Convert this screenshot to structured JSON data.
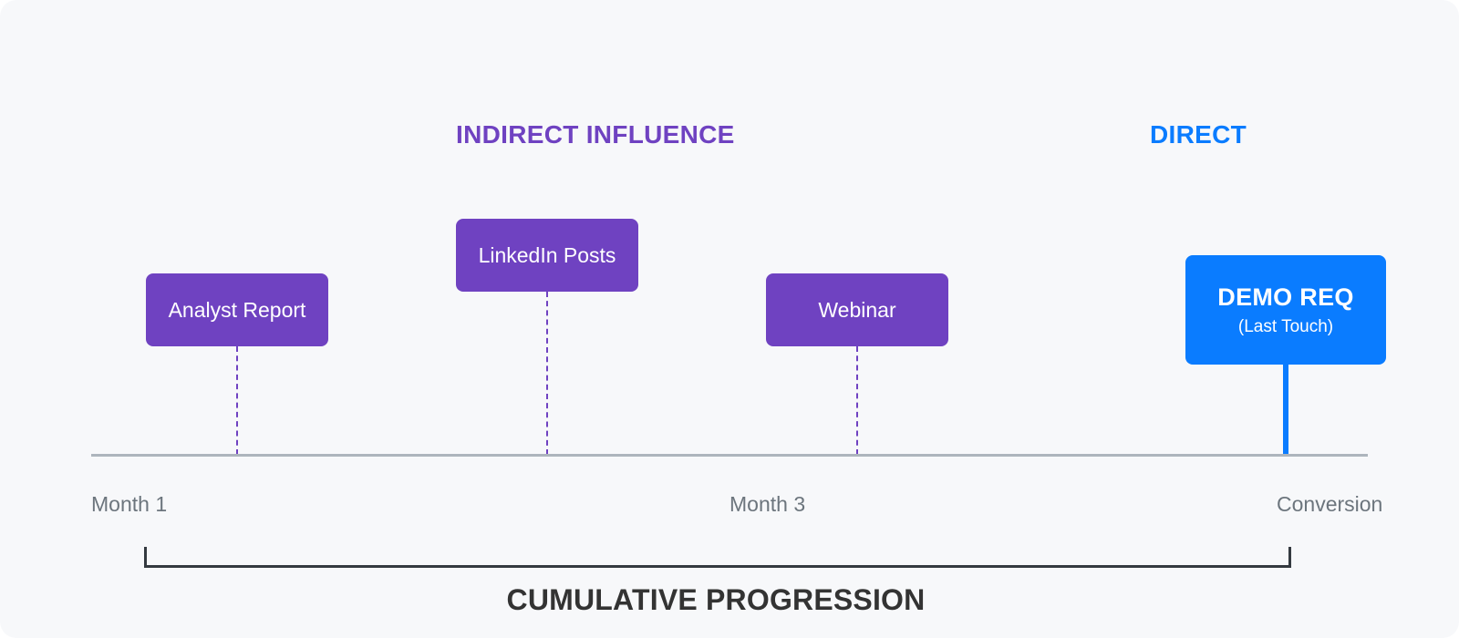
{
  "sections": {
    "indirect": "INDIRECT INFLUENCE",
    "direct": "DIRECT"
  },
  "touchpoints": [
    {
      "label": "Analyst Report",
      "type": "indirect"
    },
    {
      "label": "LinkedIn Posts",
      "type": "indirect"
    },
    {
      "label": "Webinar",
      "type": "indirect"
    },
    {
      "label": "DEMO REQ",
      "sublabel": "(Last Touch)",
      "type": "direct"
    }
  ],
  "timeline": {
    "ticks": [
      "Month 1",
      "Month 3",
      "Conversion"
    ]
  },
  "bracket_label": "CUMULATIVE PROGRESSION",
  "colors": {
    "indirect": "#6f42c1",
    "direct": "#0a7cff",
    "axis": "#adb5bd",
    "background": "#f7f8fa"
  }
}
